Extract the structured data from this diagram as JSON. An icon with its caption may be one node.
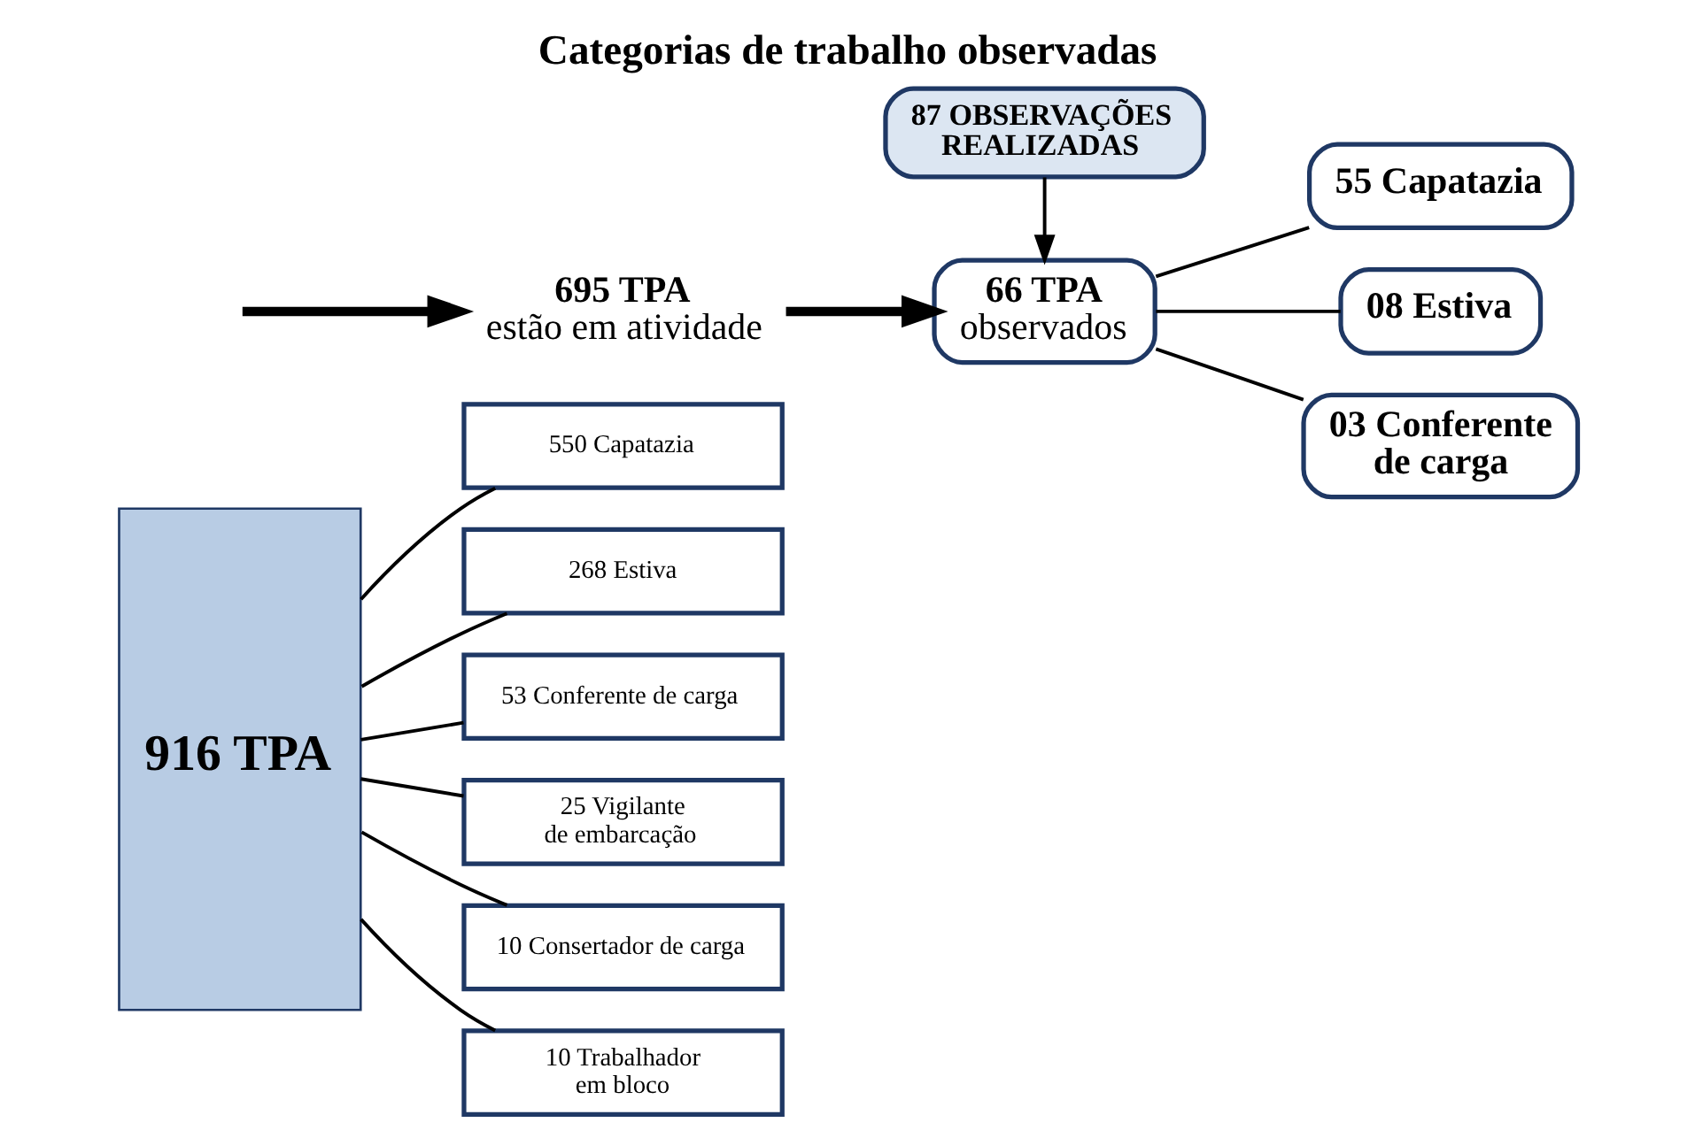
{
  "diagram": {
    "title": "Categorias de trabalho observadas",
    "nodes": [
      {
        "text": [
          "916 TPA"
        ]
      },
      {
        "text": [
          "550 Capatazia"
        ]
      },
      {
        "text": [
          "268 Estiva"
        ]
      },
      {
        "text": [
          "53 Conferente de carga"
        ]
      },
      {
        "text": [
          "25 Vigilante de embarcação"
        ]
      },
      {
        "text": [
          "10 Consertador de carga"
        ]
      },
      {
        "text": [
          "10 Trabalhador em bloco"
        ]
      },
      {
        "text": [
          "695 TPA",
          "estão em atividade"
        ]
      },
      {
        "text": [
          "87 OBSERVAÇÕES REALIZADAS"
        ]
      },
      {
        "text": [
          "66 TPA",
          "observados"
        ]
      },
      {
        "text": [
          "55 Capatazia"
        ]
      },
      {
        "text": [
          "08 Estiva"
        ]
      },
      {
        "text": [
          "03 Conferente de carga"
        ]
      }
    ],
    "edges": [
      {
        "from": 0,
        "to": 1,
        "arrow": "none"
      },
      {
        "from": 0,
        "to": 2,
        "arrow": "none"
      },
      {
        "from": 0,
        "to": 3,
        "arrow": "none"
      },
      {
        "from": 0,
        "to": 4,
        "arrow": "none"
      },
      {
        "from": 0,
        "to": 5,
        "arrow": "none"
      },
      {
        "from": 0,
        "to": 6,
        "arrow": "none"
      },
      {
        "from": null,
        "to": 7,
        "arrow": "to",
        "style": "thick"
      },
      {
        "from": 7,
        "to": 9,
        "arrow": "to",
        "style": "thick"
      },
      {
        "from": 8,
        "to": 9,
        "arrow": "to"
      },
      {
        "from": 9,
        "to": 10,
        "arrow": "none"
      },
      {
        "from": 9,
        "to": 11,
        "arrow": "none"
      },
      {
        "from": 9,
        "to": 12,
        "arrow": "none"
      }
    ]
  }
}
